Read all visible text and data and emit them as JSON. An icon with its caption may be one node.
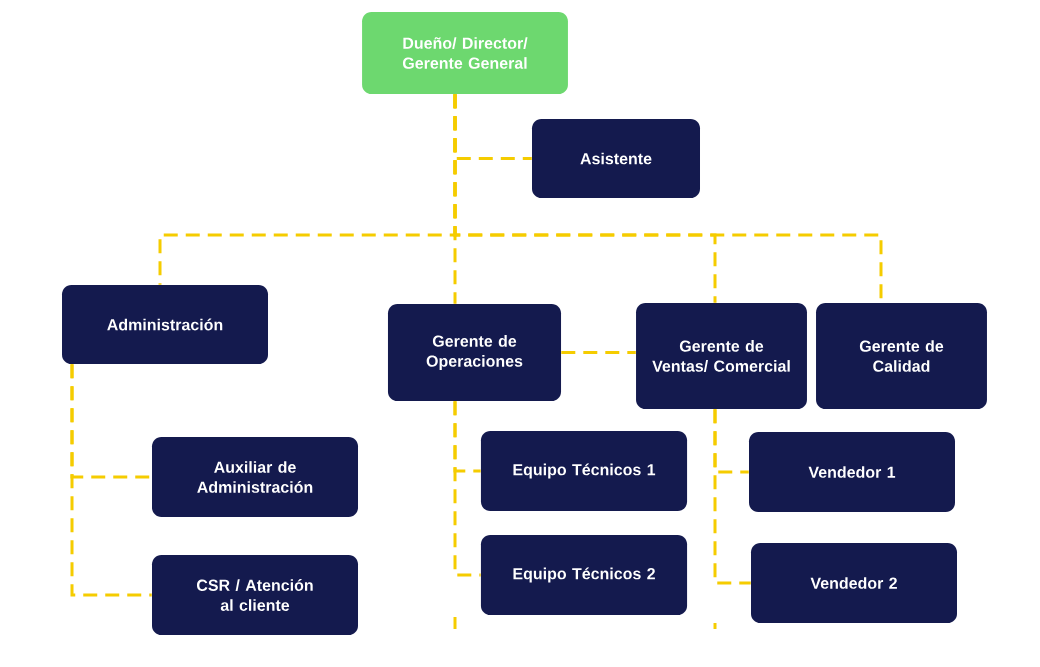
{
  "diagram": {
    "nodes": [
      {
        "text": [
          "Dueño/ Director/ Gerente General"
        ]
      },
      {
        "text": [
          "Asistente"
        ]
      },
      {
        "text": [
          "Administración"
        ]
      },
      {
        "text": [
          "Gerente de Operaciones"
        ]
      },
      {
        "text": [
          "Gerente de Ventas/ Comercial"
        ]
      },
      {
        "text": [
          "Gerente de Calidad"
        ]
      },
      {
        "text": [
          "Auxiliar de Administración"
        ]
      },
      {
        "text": [
          "CSR / Atención al cliente"
        ]
      },
      {
        "text": [
          "Equipo Técnicos 1"
        ]
      },
      {
        "text": [
          "Equipo Técnicos 2"
        ]
      },
      {
        "text": [
          "Vendedor 1"
        ]
      },
      {
        "text": [
          "Vendedor 2"
        ]
      }
    ],
    "edges": [
      {
        "from": 0,
        "to": 1,
        "arrow": "none",
        "style": "dashed"
      },
      {
        "from": 0,
        "to": 2,
        "arrow": "none",
        "style": "dashed"
      },
      {
        "from": 0,
        "to": 3,
        "arrow": "none",
        "style": "dashed"
      },
      {
        "from": 0,
        "to": 4,
        "arrow": "none",
        "style": "dashed"
      },
      {
        "from": 0,
        "to": 5,
        "arrow": "none",
        "style": "dashed"
      },
      {
        "from": 3,
        "to": 4,
        "arrow": "none",
        "style": "dashed"
      },
      {
        "from": 2,
        "to": 6,
        "arrow": "none",
        "style": "dashed"
      },
      {
        "from": 2,
        "to": 7,
        "arrow": "none",
        "style": "dashed"
      },
      {
        "from": 3,
        "to": 8,
        "arrow": "none",
        "style": "dashed"
      },
      {
        "from": 3,
        "to": 9,
        "arrow": "none",
        "style": "dashed"
      },
      {
        "from": 4,
        "to": 10,
        "arrow": "none",
        "style": "dashed"
      },
      {
        "from": 4,
        "to": 11,
        "arrow": "none",
        "style": "dashed"
      }
    ]
  }
}
